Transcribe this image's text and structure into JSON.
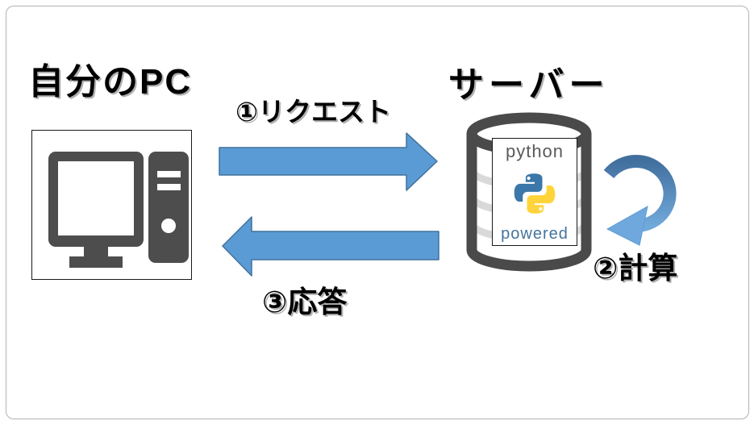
{
  "diagram": {
    "client": {
      "title": "自分のPC"
    },
    "server": {
      "title": "サーバー",
      "logo_top": "python",
      "logo_bottom": "powered"
    },
    "steps": {
      "request": "①リクエスト",
      "compute": "②計算",
      "response": "③応答"
    },
    "icons": [
      "desktop-computer-icon",
      "database-cylinder-icon",
      "python-logo-icon",
      "loop-arrow-icon"
    ],
    "colors": {
      "arrow_fill": "#5B9BD5",
      "arrow_stroke": "#41719C",
      "icon_gray": "#4D4D4D",
      "cylinder_band_gray": "#D9D9D9",
      "python_blue": "#3B77A8",
      "python_yellow": "#FFD43B",
      "powered_text_blue": "#44749C",
      "loop_arrow_dark": "#42709E",
      "loop_arrow_light": "#71A9DB",
      "title_shadow": "#B0B0B0",
      "slide_border": "#B3B3B3"
    }
  }
}
